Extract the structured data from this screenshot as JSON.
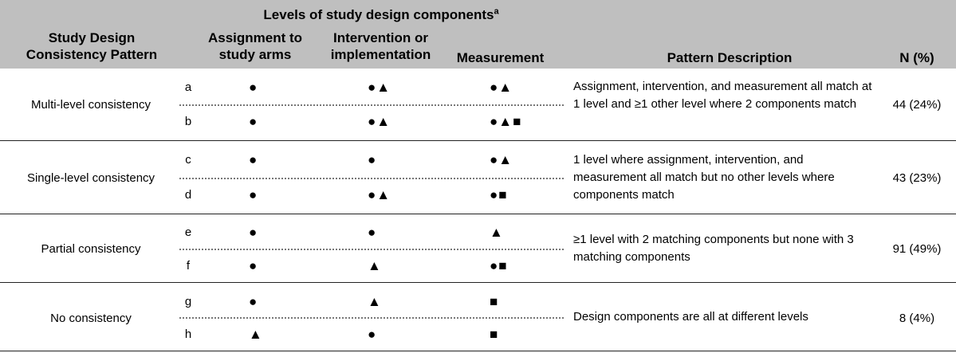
{
  "header": {
    "pattern_col": "Study Design Consistency Pattern",
    "pattern_col_line1": "Study Design",
    "pattern_col_line2": "Consistency Pattern",
    "levels_title": "Levels of study design components",
    "levels_sup": "a",
    "assign_line1": "Assignment to",
    "assign_line2": "study arms",
    "interv_line1": "Intervention or",
    "interv_line2": "implementation",
    "measurement": "Measurement",
    "description_col": "Pattern Description",
    "n_col": "N (%)"
  },
  "groups": [
    {
      "label": "Multi-level consistency",
      "description": "Assignment, intervention, and measurement all match at 1 level and ≥1 other level where 2 components match",
      "n": "44 (24%)",
      "rows": [
        {
          "id": "a",
          "assignment": "●",
          "intervention": "●▲",
          "measurement": "●▲"
        },
        {
          "id": "b",
          "assignment": "●",
          "intervention": "●▲",
          "measurement": "●▲■"
        }
      ]
    },
    {
      "label": "Single-level consistency",
      "description": "1 level where assignment, intervention, and measurement all match but no other levels where components match",
      "n": "43 (23%)",
      "rows": [
        {
          "id": "c",
          "assignment": "●",
          "intervention": "●",
          "measurement": "●▲"
        },
        {
          "id": "d",
          "assignment": "●",
          "intervention": "●▲",
          "measurement": "●■"
        }
      ]
    },
    {
      "label": "Partial consistency",
      "description": "≥1 level with 2 matching components but none with 3 matching components",
      "n": "91 (49%)",
      "rows": [
        {
          "id": "e",
          "assignment": "●",
          "intervention": "●",
          "measurement": "▲"
        },
        {
          "id": "f",
          "assignment": "●",
          "intervention": "▲",
          "measurement": "●■"
        }
      ]
    },
    {
      "label": "No consistency",
      "description": "Design components are all at different levels",
      "n": "8 (4%)",
      "rows": [
        {
          "id": "g",
          "assignment": "●",
          "intervention": "▲",
          "measurement": "■"
        },
        {
          "id": "h",
          "assignment": "▲",
          "intervention": "●",
          "measurement": "■"
        }
      ]
    }
  ]
}
